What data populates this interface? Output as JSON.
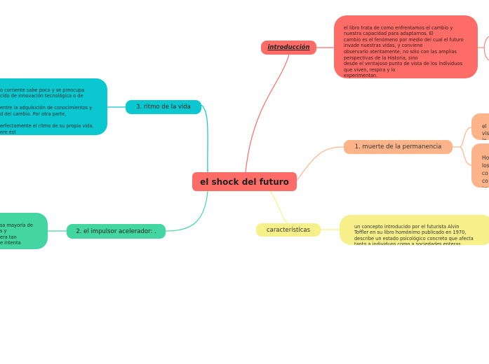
{
  "central": {
    "label": "el shock del futuro",
    "color": "#fd6c66"
  },
  "branches": {
    "intro": {
      "label": "introducción",
      "color": "#fd6c66",
      "text": "el libro trata de como enfrentamos el cambio y\nnuestra capacidad para adaptarnos.  El\ncambio es el fenómeno por medio del cual el futuro\ninvade nuestras vidas, y conviene\nobservarlo atentamente, no sólo con las amplias\nperspectivas de la Historia, sino\ndesde el ventajoso punto de vista de los individuos\nque viven, respira y lo\nexperimentan."
    },
    "muerte": {
      "label": "1. muerte de la permanencia",
      "color": "#fdb48a",
      "text_a": "el\nvis\nin",
      "text_b": "Ho\nlos\nco\nco\nirr."
    },
    "caracteristicas": {
      "label": "caracteristicas",
      "color": "#f8f08a",
      "text": "un concepto introducido por el futurista Alvin\nToffler en su libro homónimo publicado en 1970,\ndescribe un estado psicológico concreto que afecta\ntanto a individuos como a sociedades enteras."
    },
    "ritmo": {
      "label": "3. ritmo de la vida",
      "color": "#0bc8d0",
      "text": "o corriente sabe poco y se preocupa\ncido de innovación tecnológica o de\n\nentre la adquisición de conocimientos y\nd del cambio. Por otra parte,\n\nerfectamente el ritmo de su propia vida,\nere ést"
    },
    "impulsor": {
      "label": "2. el impulsor acelerador: .",
      "color": "#43d6a2",
      "text": "sa mayoría de\ns y\nera tan\ne intenta"
    }
  }
}
